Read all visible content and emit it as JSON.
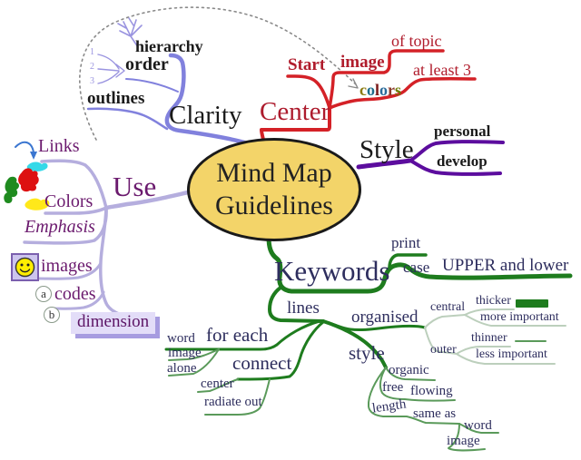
{
  "topic": {
    "line1": "Mind Map",
    "line2": "Guidelines"
  },
  "clarity": {
    "label": "Clarity",
    "hierarchy": "hierarchy",
    "order": "order",
    "outlines": "outlines",
    "order_numbers": [
      "1",
      "2",
      "3"
    ]
  },
  "center_branch": {
    "label": "Center",
    "start": "Start",
    "image": "image",
    "of_topic": "of topic",
    "at_least_3": "at least 3",
    "colors_word": [
      {
        "ch": "c",
        "color": "#8a7a10"
      },
      {
        "ch": "o",
        "color": "#1c6b8a"
      },
      {
        "ch": "l",
        "color": "#7a1a1a"
      },
      {
        "ch": "o",
        "color": "#2a6b9a"
      },
      {
        "ch": "r",
        "color": "#8a3a2a"
      },
      {
        "ch": "s",
        "color": "#6b7a00"
      }
    ]
  },
  "style_branch": {
    "label": "Style",
    "personal": "personal",
    "develop": "develop"
  },
  "use_branch": {
    "label": "Use",
    "links": "Links",
    "colors": "Colors",
    "emphasis": "Emphasis",
    "images": "images",
    "codes": "codes",
    "code_a": "a",
    "code_b": "b",
    "dimension": "dimension"
  },
  "keywords_branch": {
    "label": "Keywords",
    "print": "print",
    "case": "case",
    "upper_lower": "UPPER and lower",
    "lines": "lines",
    "organised": "organised",
    "central": "central",
    "thicker": "thicker",
    "more_important": "more important",
    "thinner": "thinner",
    "outer": "outer",
    "less_important": "less important",
    "for_each": "for each",
    "word": "word",
    "image": "image",
    "alone": "alone",
    "connect": "connect",
    "center": "center",
    "radiate_out": "radiate out",
    "style": "style",
    "organic": "organic",
    "free": "free",
    "flowing": "flowing",
    "length": "length",
    "same_as": "same as",
    "word2": "word",
    "image2": "image"
  },
  "palette": {
    "red_branch": "#d42127",
    "red_text": "#b01c2c",
    "purple_branch": "#5c0d9e",
    "green_dark": "#1e7c1e",
    "green_mid": "#5a9a5a",
    "green_pale": "#bccfbc",
    "lavender_branch": "#b5aede",
    "blue_purple_branch": "#8181dd",
    "navy_text": "#2e2e5e",
    "magenta_text": "#6b1a6e",
    "ellipse_fill": "#f3d469"
  }
}
